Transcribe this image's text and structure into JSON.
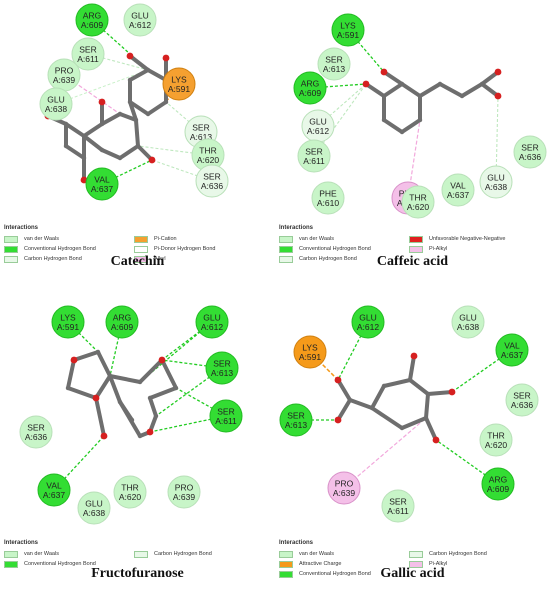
{
  "colors": {
    "vdw": "#c8f5c8",
    "hbond": "#33dd33",
    "chbond": "#e8f8e8",
    "pication": "#f5a030",
    "pidonor": "#ffffff",
    "alkyl": "#f4c0e8",
    "unfav": "#e02020",
    "pialkyl": "#f4c0e8",
    "attractive": "#f59a1a"
  },
  "panels": [
    {
      "id": "catechin",
      "caption": "Catechin",
      "legend_title": "Interactions",
      "legend": [
        {
          "label": "van der Waals",
          "color_key": "vdw"
        },
        {
          "label": "Pi-Cation",
          "color_key": "pication"
        },
        {
          "label": "Conventional Hydrogen Bond",
          "color_key": "hbond"
        },
        {
          "label": "Pi-Donor Hydrogen Bond",
          "color_key": "pidonor"
        },
        {
          "label": "Carbon Hydrogen Bond",
          "color_key": "chbond"
        },
        {
          "label": "Alkyl",
          "color_key": "alkyl"
        }
      ],
      "residues": [
        {
          "label": [
            "ARG",
            "A:609"
          ],
          "type": "hbond"
        },
        {
          "label": [
            "GLU",
            "A:612"
          ],
          "type": "vdw"
        },
        {
          "label": [
            "SER",
            "A:611"
          ],
          "type": "vdw"
        },
        {
          "label": [
            "PRO",
            "A:639"
          ],
          "type": "vdw"
        },
        {
          "label": [
            "GLU",
            "A:638"
          ],
          "type": "vdw"
        },
        {
          "label": [
            "LYS",
            "A:591"
          ],
          "type": "pication"
        },
        {
          "label": [
            "SER",
            "A:613"
          ],
          "type": "chbond"
        },
        {
          "label": [
            "THR",
            "A:620"
          ],
          "type": "vdw"
        },
        {
          "label": [
            "SER",
            "A:636"
          ],
          "type": "chbond"
        },
        {
          "label": [
            "VAL",
            "A:637"
          ],
          "type": "hbond"
        }
      ]
    },
    {
      "id": "caffeic",
      "caption": "Caffeic acid",
      "legend_title": "Interactions",
      "legend": [
        {
          "label": "van der Waals",
          "color_key": "vdw"
        },
        {
          "label": "Unfavorable Negative-Negative",
          "color_key": "unfav"
        },
        {
          "label": "Conventional Hydrogen Bond",
          "color_key": "hbond"
        },
        {
          "label": "Pi-Alkyl",
          "color_key": "pialkyl"
        },
        {
          "label": "Carbon Hydrogen Bond",
          "color_key": "chbond"
        }
      ],
      "residues": [
        {
          "label": [
            "LYS",
            "A:591"
          ],
          "type": "hbond"
        },
        {
          "label": [
            "SER",
            "A:613"
          ],
          "type": "vdw"
        },
        {
          "label": [
            "ARG",
            "A:609"
          ],
          "type": "hbond"
        },
        {
          "label": [
            "GLU",
            "A:612"
          ],
          "type": "chbond"
        },
        {
          "label": [
            "SER",
            "A:611"
          ],
          "type": "vdw"
        },
        {
          "label": [
            "SER",
            "A:636"
          ],
          "type": "vdw"
        },
        {
          "label": [
            "GLU",
            "A:638"
          ],
          "type": "chbond"
        },
        {
          "label": [
            "VAL",
            "A:637"
          ],
          "type": "vdw"
        },
        {
          "label": [
            "PRO",
            "A:639"
          ],
          "type": "pialkyl"
        },
        {
          "label": [
            "THR",
            "A:620"
          ],
          "type": "vdw"
        },
        {
          "label": [
            "PHE",
            "A:610"
          ],
          "type": "vdw"
        }
      ]
    },
    {
      "id": "fructofuranose",
      "caption": "Fructofuranose",
      "legend_title": "Interactions",
      "legend": [
        {
          "label": "van der Waals",
          "color_key": "vdw"
        },
        {
          "label": "Carbon Hydrogen Bond",
          "color_key": "chbond"
        },
        {
          "label": "Conventional Hydrogen Bond",
          "color_key": "hbond"
        }
      ],
      "residues": [
        {
          "label": [
            "LYS",
            "A:591"
          ],
          "type": "hbond"
        },
        {
          "label": [
            "ARG",
            "A:609"
          ],
          "type": "hbond"
        },
        {
          "label": [
            "GLU",
            "A:612"
          ],
          "type": "hbond"
        },
        {
          "label": [
            "SER",
            "A:613"
          ],
          "type": "hbond"
        },
        {
          "label": [
            "SER",
            "A:611"
          ],
          "type": "hbond"
        },
        {
          "label": [
            "SER",
            "A:636"
          ],
          "type": "vdw"
        },
        {
          "label": [
            "VAL",
            "A:637"
          ],
          "type": "hbond"
        },
        {
          "label": [
            "GLU",
            "A:638"
          ],
          "type": "vdw"
        },
        {
          "label": [
            "THR",
            "A:620"
          ],
          "type": "vdw"
        },
        {
          "label": [
            "PRO",
            "A:639"
          ],
          "type": "vdw"
        }
      ]
    },
    {
      "id": "gallic",
      "caption": "Gallic acid",
      "legend_title": "Interactions",
      "legend": [
        {
          "label": "van der Waals",
          "color_key": "vdw"
        },
        {
          "label": "Carbon Hydrogen Bond",
          "color_key": "chbond"
        },
        {
          "label": "Attractive Charge",
          "color_key": "attractive"
        },
        {
          "label": "Pi-Alkyl",
          "color_key": "pialkyl"
        },
        {
          "label": "Conventional Hydrogen Bond",
          "color_key": "hbond"
        }
      ],
      "residues": [
        {
          "label": [
            "LYS",
            "A:591"
          ],
          "type": "attractive"
        },
        {
          "label": [
            "GLU",
            "A:612"
          ],
          "type": "hbond"
        },
        {
          "label": [
            "GLU",
            "A:638"
          ],
          "type": "vdw"
        },
        {
          "label": [
            "VAL",
            "A:637"
          ],
          "type": "hbond"
        },
        {
          "label": [
            "SER",
            "A:636"
          ],
          "type": "vdw"
        },
        {
          "label": [
            "THR",
            "A:620"
          ],
          "type": "vdw"
        },
        {
          "label": [
            "ARG",
            "A:609"
          ],
          "type": "hbond"
        },
        {
          "label": [
            "SER",
            "A:613"
          ],
          "type": "hbond"
        },
        {
          "label": [
            "PRO",
            "A:639"
          ],
          "type": "pialkyl"
        },
        {
          "label": [
            "SER",
            "A:611"
          ],
          "type": "vdw"
        }
      ]
    }
  ]
}
